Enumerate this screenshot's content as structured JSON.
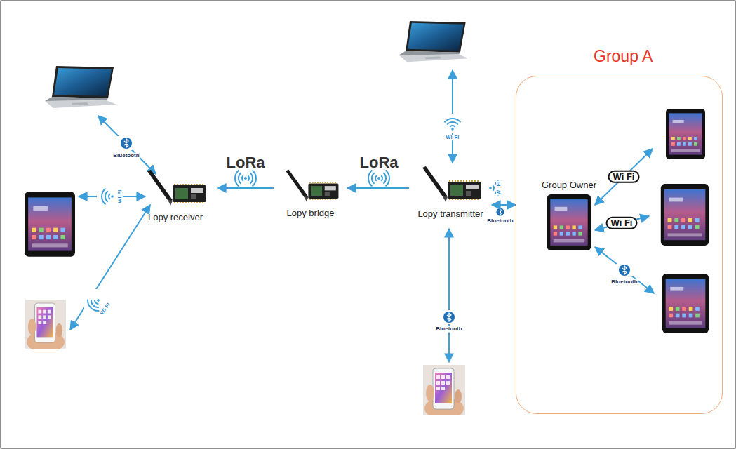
{
  "diagram": {
    "nodes": [
      {
        "text": [
          "Lopy receiver"
        ]
      },
      {
        "text": [
          "Lopy bridge"
        ]
      },
      {
        "text": [
          "Lopy transmitter"
        ]
      },
      {
        "text": [
          "Group A"
        ]
      },
      {
        "text": [
          "Group Owner"
        ],
        "in": 3
      }
    ],
    "edges": [
      {
        "from": 2,
        "to": 1,
        "arrow": "to"
      },
      {
        "from": 1,
        "to": 0,
        "arrow": "to"
      },
      {
        "from": 2,
        "to": 3,
        "arrow": "both"
      }
    ],
    "labels": [
      "Bluetooth",
      "WI FI",
      "WI FI",
      "LoRa",
      "LoRa",
      "WI FI",
      "WI FI",
      "Bluetooth",
      "Bluetooth",
      "Wi Fi",
      "Wi Fi",
      "Bluetooth"
    ]
  }
}
